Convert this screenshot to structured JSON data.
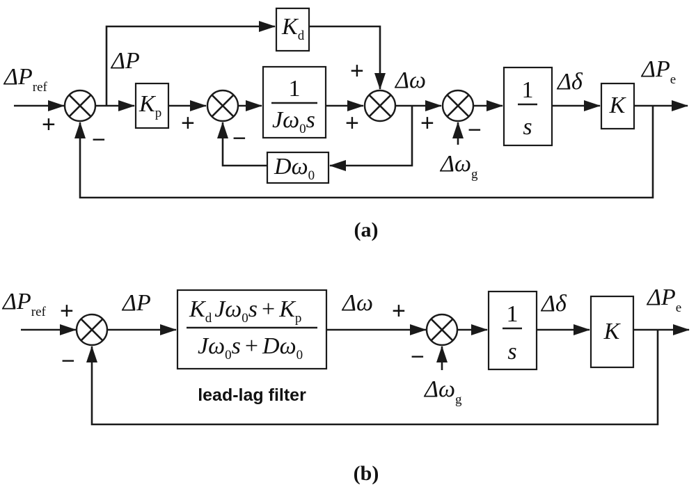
{
  "sym": {
    "delta": "Δ",
    "omega": "ω",
    "sub_zero": "0",
    "sub_d": "d",
    "sub_p": "p",
    "sub_e": "e",
    "sub_g": "g",
    "sub_ref": "ref",
    "P": "P",
    "D": "D",
    "J": "J",
    "s": "s",
    "K": "K",
    "one": "1",
    "plus": "+",
    "minus": "−"
  },
  "labels": {
    "delta_p_ref": "ΔP",
    "delta_p": "ΔP",
    "delta_omega": "Δω",
    "delta_delta": "Δδ",
    "delta_p_e": "ΔP"
  },
  "diagram_a": {
    "caption": "(a)"
  },
  "diagram_b": {
    "caption": "(b)",
    "filter_label": "lead-lag filter"
  }
}
